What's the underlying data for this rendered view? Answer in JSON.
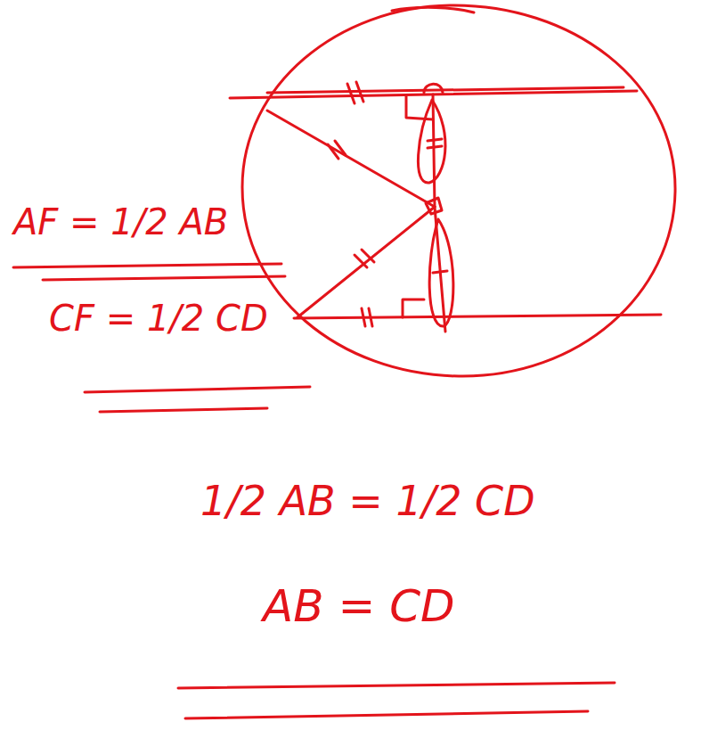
{
  "diagram": {
    "labels": [
      "AF = 1/2 AB",
      "CF = 1/2 CD",
      "1/2 AB = 1/2 CD",
      "AB = CD"
    ]
  }
}
